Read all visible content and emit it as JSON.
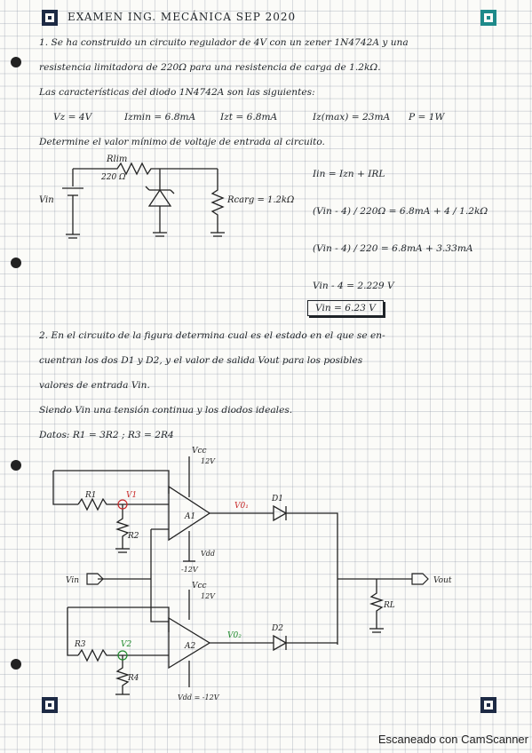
{
  "header": "EXAMEN ING. MECÁNICA SEP 2020",
  "problem1": {
    "lines": [
      "1. Se ha construido un circuito regulador de 4V con un zener 1N4742A y una",
      "resistencia limitadora de 220Ω para una resistencia de carga de 1.2kΩ.",
      "Las características del diodo 1N4742A son las siguientes:"
    ],
    "specs": {
      "vz": "Vz = 4V",
      "izmin": "Izmin = 6.8mA",
      "izt": "Izt = 6.8mA",
      "izm": "Iz(max) = 23mA",
      "pz": "P = 1W"
    },
    "question": "Determine el valor mínimo de voltaje de entrada al circuito.",
    "circuit": {
      "rlim_label": "Rlim",
      "rlim_value": "220 Ω",
      "vin_label": "Vin",
      "rload_label": "Rcarg = 1.2kΩ"
    },
    "work": [
      "Iin = Izn + IRL",
      "(Vin - 4) / 220Ω = 6.8mA + 4 / 1.2kΩ",
      "(Vin - 4) / 220 = 6.8mA + 3.33mA",
      "Vin - 4 = 2.229 V",
      "Vin = 6.23 V"
    ]
  },
  "problem2": {
    "lines": [
      "2. En el circuito de la figura determina cual es el estado en el que se en-",
      "cuentran los dos D1 y D2, y el valor de salida Vout para los posibles",
      "valores de entrada Vin.",
      "Siendo Vin una tensión continua y los diodos ideales.",
      "Datos: R1 = 3R2 ; R3 = 2R4"
    ],
    "circuit": {
      "vcc_top": "Vcc",
      "v12_top": "12V",
      "r1": "R1",
      "r2": "R2",
      "v1": "V1",
      "a1": "A1",
      "vo1": "V0₁",
      "d1": "D1",
      "vdd": "Vdd",
      "m12a": "-12V",
      "vin": "Vin",
      "vcc_mid": "Vcc",
      "v12_mid": "12V",
      "vout": "Vout",
      "rl": "RL",
      "r3": "R3",
      "r4": "R4",
      "v2": "V2",
      "a2": "A2",
      "vo2": "V0₂",
      "d2": "D2",
      "vdd_bot": "Vdd = -12V"
    }
  },
  "footer": "Escaneado con CamScanner"
}
